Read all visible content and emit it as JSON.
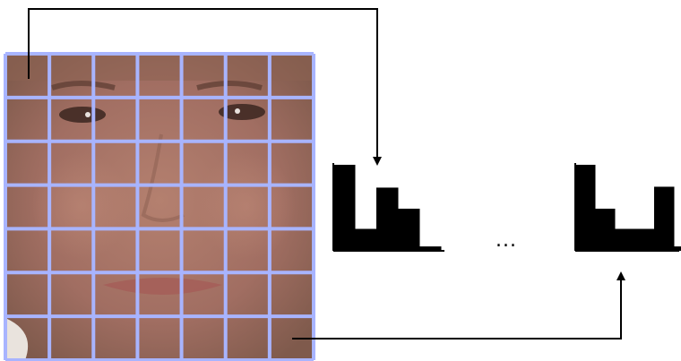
{
  "figure": {
    "grid": {
      "rows": 7,
      "cols": 7
    },
    "histograms": [
      {
        "bins": [
          0.98,
          0.25,
          0.72,
          0.48,
          0.05
        ]
      },
      {
        "bins": [
          0.98,
          0.48,
          0.25,
          0.25,
          0.73,
          0.05
        ]
      }
    ],
    "ellipsis": "...",
    "colors": {
      "grid_lines": "#a8b4ff",
      "skin": "#a7756a",
      "bars": "#000000",
      "arrows": "#000000"
    }
  }
}
